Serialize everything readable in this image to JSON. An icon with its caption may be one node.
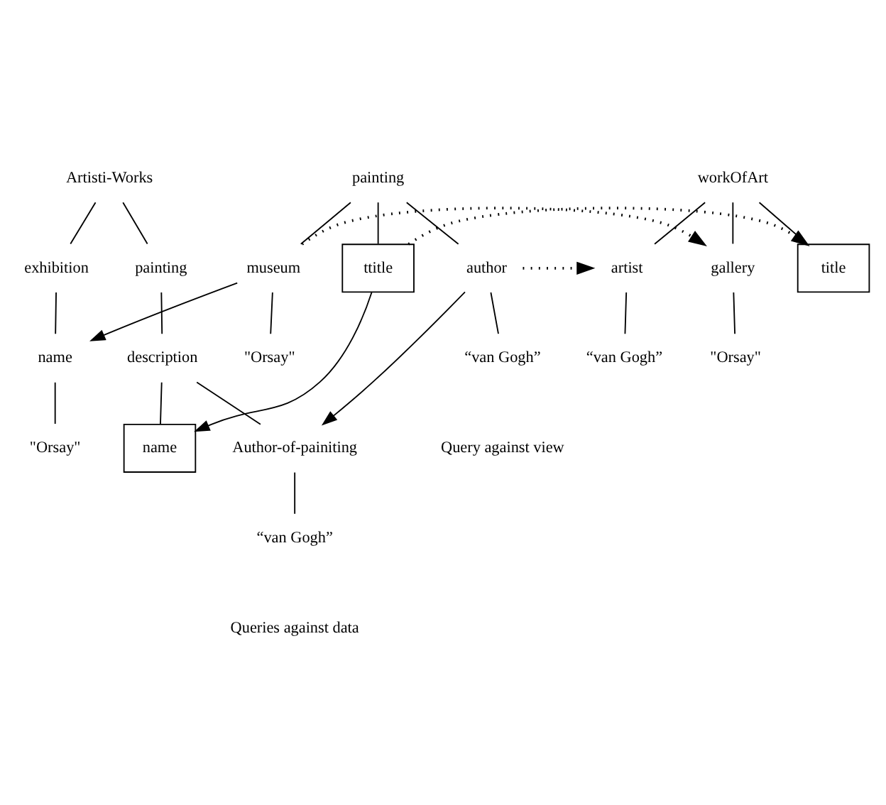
{
  "diagram": {
    "nodes": [
      {
        "text": [
          "painting"
        ]
      },
      {
        "text": [
          "ttitle"
        ]
      },
      {
        "text": [
          "author"
        ]
      },
      {
        "text": [
          "museum"
        ]
      },
      {
        "text": [
          "“van Gogh”"
        ]
      },
      {
        "text": [
          "\"Orsay\""
        ]
      },
      {
        "text": [
          "workOfArt"
        ]
      },
      {
        "text": [
          "artist"
        ]
      },
      {
        "text": [
          "gallery"
        ]
      },
      {
        "text": [
          "title"
        ]
      },
      {
        "text": [
          "“van Gogh”"
        ]
      },
      {
        "text": [
          "\"Orsay\""
        ]
      },
      {
        "text": [
          "Artisti-Works"
        ]
      },
      {
        "text": [
          "painting"
        ]
      },
      {
        "text": [
          "exhibition"
        ]
      },
      {
        "text": [
          "description"
        ]
      },
      {
        "text": [
          "name"
        ]
      },
      {
        "text": [
          "Author-of-painiting"
        ]
      },
      {
        "text": [
          "name"
        ]
      },
      {
        "text": [
          "“van Gogh”"
        ]
      },
      {
        "text": [
          "\"Orsay\""
        ]
      }
    ],
    "edges": [
      {
        "from": 0,
        "to": 1,
        "arrow": "none"
      },
      {
        "from": 0,
        "to": 2,
        "arrow": "none"
      },
      {
        "from": 0,
        "to": 3,
        "arrow": "none"
      },
      {
        "from": 2,
        "to": 4,
        "arrow": "none"
      },
      {
        "from": 3,
        "to": 5,
        "arrow": "none"
      },
      {
        "from": 6,
        "to": 7,
        "arrow": "none"
      },
      {
        "from": 6,
        "to": 8,
        "arrow": "none"
      },
      {
        "from": 6,
        "to": 9,
        "arrow": "none"
      },
      {
        "from": 7,
        "to": 10,
        "arrow": "none"
      },
      {
        "from": 8,
        "to": 11,
        "arrow": "none"
      },
      {
        "from": 12,
        "to": 13,
        "arrow": "none"
      },
      {
        "from": 12,
        "to": 14,
        "arrow": "none"
      },
      {
        "from": 13,
        "to": 15,
        "arrow": "none"
      },
      {
        "from": 15,
        "to": 16,
        "arrow": "none"
      },
      {
        "from": 15,
        "to": 17,
        "arrow": "none"
      },
      {
        "from": 14,
        "to": 18,
        "arrow": "none"
      },
      {
        "from": 17,
        "to": 19,
        "arrow": "none"
      },
      {
        "from": 18,
        "to": 20,
        "arrow": "none"
      },
      {
        "from": 2,
        "to": 7,
        "arrow": "to",
        "style": "dashed"
      },
      {
        "from": 3,
        "to": 8,
        "arrow": "to",
        "style": "dashed"
      },
      {
        "from": 1,
        "to": 9,
        "arrow": "to",
        "style": "dashed"
      },
      {
        "from": 1,
        "to": 16,
        "arrow": "to"
      },
      {
        "from": 2,
        "to": 17,
        "arrow": "to"
      },
      {
        "from": 3,
        "to": 18,
        "arrow": "to"
      }
    ],
    "labels": [
      "Query against view",
      "Queries against data"
    ]
  }
}
